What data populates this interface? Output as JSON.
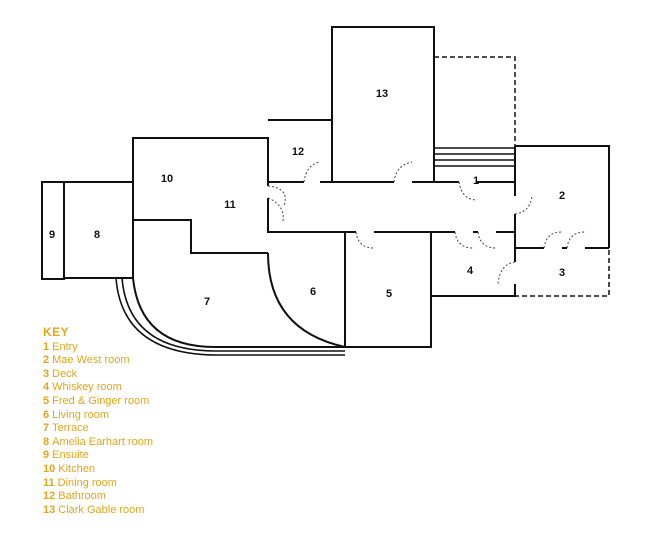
{
  "key": {
    "title": "KEY",
    "items": [
      {
        "num": "1",
        "label": "Entry"
      },
      {
        "num": "2",
        "label": "Mae West room"
      },
      {
        "num": "3",
        "label": "Deck"
      },
      {
        "num": "4",
        "label": "Whiskey room"
      },
      {
        "num": "5",
        "label": "Fred & Ginger room"
      },
      {
        "num": "6",
        "label": "Living room"
      },
      {
        "num": "7",
        "label": "Terrace"
      },
      {
        "num": "8",
        "label": "Amelia Earhart room"
      },
      {
        "num": "9",
        "label": "Ensuite"
      },
      {
        "num": "10",
        "label": "Kitchen"
      },
      {
        "num": "11",
        "label": "Dining room"
      },
      {
        "num": "12",
        "label": "Bathroom"
      },
      {
        "num": "13",
        "label": "Clark Gable room"
      }
    ]
  },
  "plan_labels": {
    "r1": "1",
    "r2": "2",
    "r3": "3",
    "r4": "4",
    "r5": "5",
    "r6": "6",
    "r7": "7",
    "r8": "8",
    "r9": "9",
    "r10": "10",
    "r11": "11",
    "r12": "12",
    "r13": "13"
  },
  "colors": {
    "wall": "#111111",
    "door_swing": "#444444",
    "key_text": "#e3a51a"
  }
}
